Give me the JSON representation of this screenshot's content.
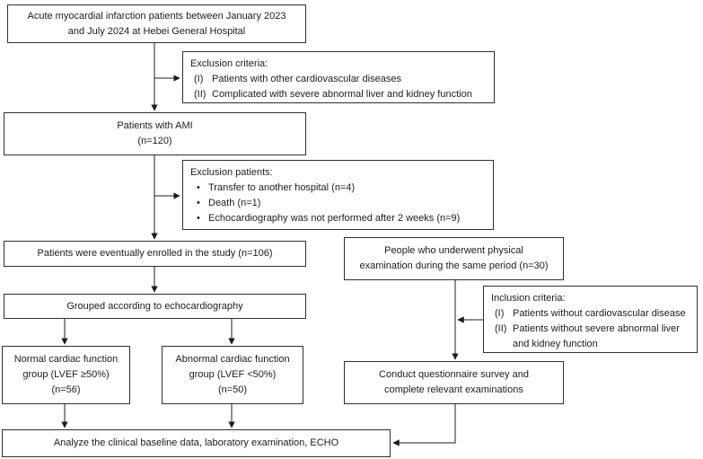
{
  "colors": {
    "background": "#ffffff",
    "box_border": "#2f2f2f",
    "text": "#1c1c1c",
    "arrow": "#1c1c1c"
  },
  "flowchart": {
    "source": {
      "lines": [
        "Acute myocardial infarction patients between January 2023",
        "and July 2024 at Hebei General Hospital"
      ]
    },
    "exclusion_criteria": {
      "title": "Exclusion criteria:",
      "items": [
        {
          "marker": "(I)",
          "text": "Patients with other cardiovascular diseases"
        },
        {
          "marker": "(II)",
          "text": "Complicated with severe abnormal liver and kidney function"
        }
      ]
    },
    "ami": {
      "lines": [
        "Patients with AMI",
        "(n=120)"
      ]
    },
    "exclusion_patients": {
      "title": "Exclusion patients:",
      "items": [
        {
          "marker": "•",
          "text": "Transfer to another hospital (n=4)"
        },
        {
          "marker": "•",
          "text": "Death (n=1)"
        },
        {
          "marker": "•",
          "text": "Echocardiography was not performed after 2 weeks (n=9)"
        }
      ]
    },
    "enrolled": {
      "text": "Patients were eventually enrolled in the study (n=106)"
    },
    "physical": {
      "lines": [
        "People who underwent physical",
        "examination during the same period (n=30)"
      ]
    },
    "grouped": {
      "text": "Grouped according to echocardiography"
    },
    "inclusion_criteria": {
      "title": "Inclusion criteria:",
      "items": [
        {
          "marker": "(I)",
          "text": "Patients without cardiovascular disease"
        },
        {
          "marker": "(II)",
          "text": "Patients without severe abnormal liver and kidney function"
        }
      ]
    },
    "normal_group": {
      "lines": [
        "Normal cardiac function",
        "group (LVEF ≥50%)",
        "(n=56)"
      ]
    },
    "abnormal_group": {
      "lines": [
        "Abnormal cardiac function",
        "group (LVEF <50%)",
        "(n=50)"
      ]
    },
    "questionnaire": {
      "lines": [
        "Conduct questionnaire survey and",
        "complete relevant examinations"
      ]
    },
    "analyze": {
      "text": "Analyze the clinical baseline data, laboratory examination, ECHO"
    }
  }
}
